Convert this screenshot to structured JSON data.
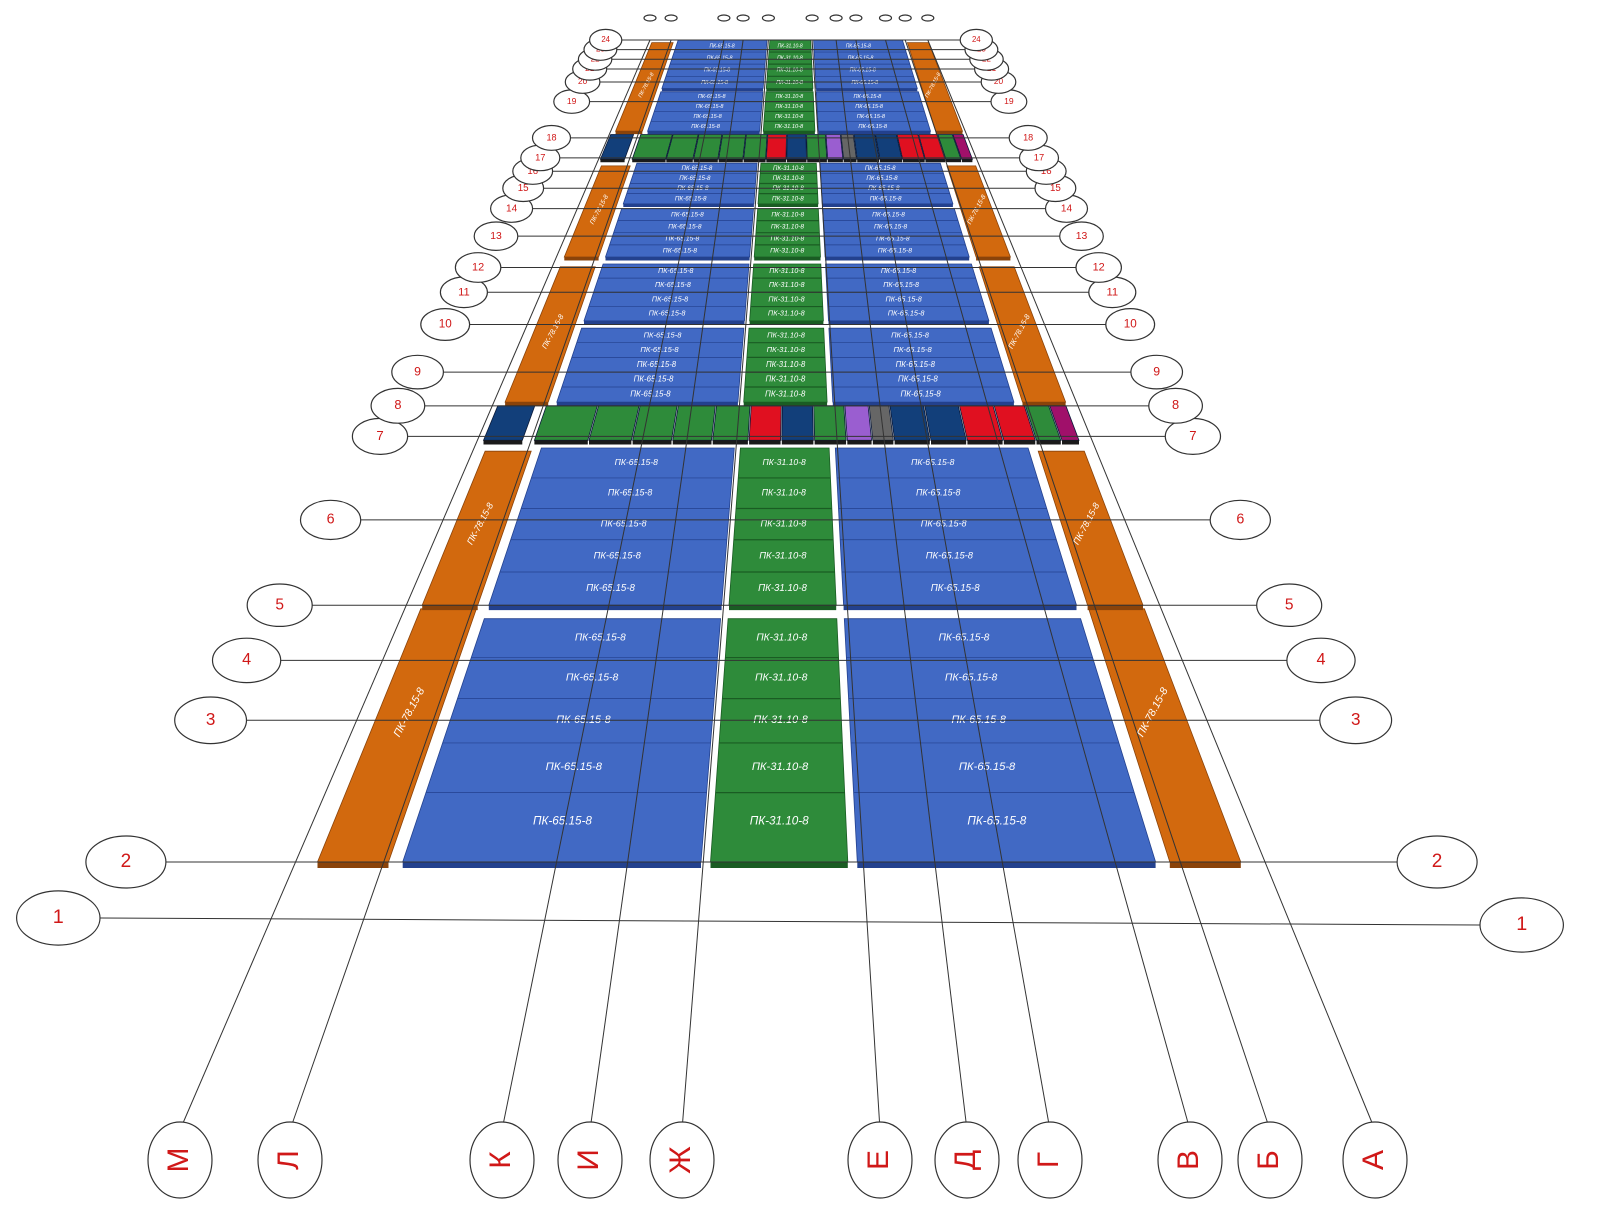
{
  "panel_marks": {
    "blue": "ПК-65.15-8",
    "green": "ПК-31.10-8",
    "orange": "ПК-78.15-8"
  },
  "row_axes": [
    "1",
    "2",
    "3",
    "4",
    "5",
    "6",
    "7",
    "8",
    "9",
    "10",
    "11",
    "12",
    "13",
    "14",
    "15",
    "16",
    "17",
    "18",
    "19",
    "20",
    "21",
    "22",
    "23",
    "24"
  ],
  "column_axes": [
    "М",
    "Л",
    "К",
    "И",
    "Ж",
    "Е",
    "Д",
    "Г",
    "В",
    "Б",
    "А"
  ],
  "colors": {
    "blue": "#4169c4",
    "blue_dark": "#23418e",
    "green": "#2e8b3a",
    "green_dark": "#1a5c23",
    "orange": "#d2690e",
    "orange_dark": "#8a430a",
    "navy": "#123f7a",
    "red": "#e01020",
    "purple": "#9a5ed0",
    "gray": "#666666",
    "magenta": "#a0106a",
    "axis_text": "#d01818"
  }
}
